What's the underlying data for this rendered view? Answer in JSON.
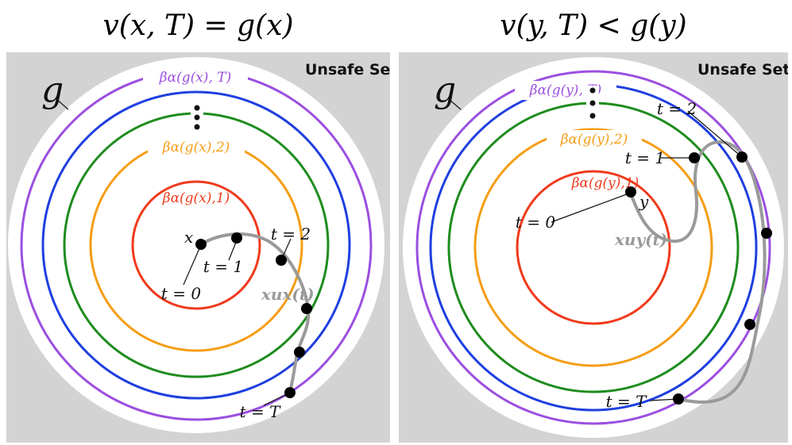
{
  "left_panel": {
    "title": "v(x, T) = g(x)",
    "unsafe_label": "Unsafe Set",
    "g_label": "g",
    "ring_labels": [
      "βα(g(x), T)",
      "βα(g(x),2)",
      "βα(g(x),1)"
    ],
    "state_label": "x",
    "trajectory_label": "xux(t)",
    "time_labels": [
      "t = 0",
      "t = 1",
      "t = 2",
      "t = T"
    ]
  },
  "right_panel": {
    "title": "v(y, T) < g(y)",
    "unsafe_label": "Unsafe Set",
    "g_label": "g",
    "ring_labels": [
      "βα(g(y), T)",
      "βα(g(y),2)",
      "βα(g(y),1)"
    ],
    "state_label": "y",
    "trajectory_label": "xuy(t)",
    "time_labels": [
      "t = 0",
      "t = 1",
      "t = 2",
      "t = T"
    ]
  },
  "colors": {
    "unsafe_fill": "#d3d3d3",
    "outer_ring": "#9b4fe0",
    "blue_ring": "#1f3fe0",
    "green_ring": "#1e8c1e",
    "orange_ring": "#f59d15",
    "red_ring": "#f03a1c",
    "trajectory": "#9a9a9a"
  }
}
